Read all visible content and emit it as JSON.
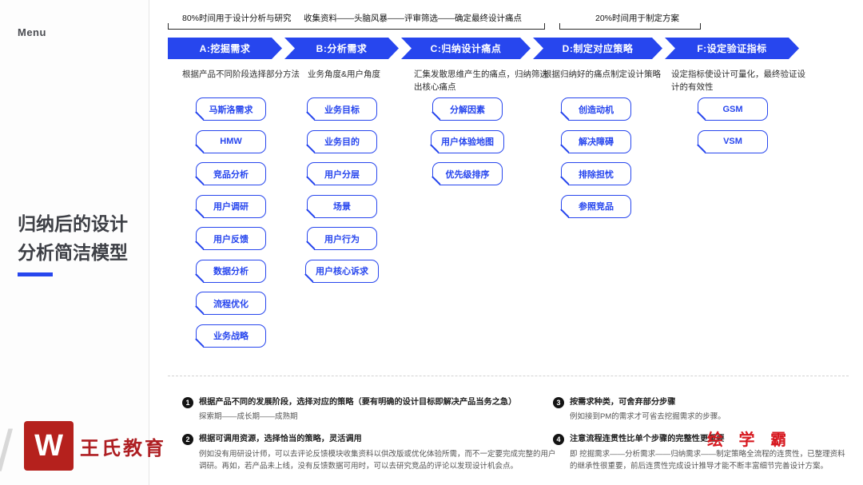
{
  "colors": {
    "accent_blue": "#2746ee",
    "brand_red": "#b5211d",
    "watermark_red": "#d71920"
  },
  "sidebar": {
    "menu_label": "Menu",
    "title_line1": "归纳后的设计",
    "title_line2": "分析简洁模型",
    "slash": "/",
    "logo_monogram": "W",
    "brand_name": "王氏教育"
  },
  "timeline": {
    "left_label": "80%时间用于设计分析与研究",
    "middle_label": "收集资料——头脑风暴——评审筛选——确定最终设计痛点",
    "right_label": "20%时间用于制定方案"
  },
  "stages": [
    {
      "label": "A:挖掘需求",
      "desc": "根据产品不同阶段选择部分方法",
      "items": [
        "马斯洛需求",
        "HMW",
        "竞品分析",
        "用户调研",
        "用户反馈",
        "数据分析",
        "流程优化",
        "业务战略"
      ]
    },
    {
      "label": "B:分析需求",
      "desc": "业务角度&用户角度",
      "items": [
        "业务目标",
        "业务目的",
        "用户分层",
        "场景",
        "用户行为",
        "用户核心诉求"
      ]
    },
    {
      "label": "C:归纳设计痛点",
      "desc": "汇集发散思维产生的痛点，归纳筛选出核心痛点",
      "items": [
        "分解因素",
        "用户体验地图",
        "优先级排序"
      ]
    },
    {
      "label": "D:制定对应策略",
      "desc": "根据归纳好的痛点制定设计策略",
      "items": [
        "创造动机",
        "解决障碍",
        "排除担忧",
        "参照竞品"
      ]
    },
    {
      "label": "F:设定验证指标",
      "desc": "设定指标使设计可量化，最终验证设计的有效性",
      "items": [
        "GSM",
        "VSM"
      ]
    }
  ],
  "notes": [
    {
      "num": "1",
      "title": "根据产品不同的发展阶段，选择对应的策略（要有明确的设计目标即解决产品当务之急）",
      "body": "探索期——成长期——成熟期"
    },
    {
      "num": "2",
      "title": "根据可调用资源，选择恰当的策略，灵活调用",
      "body": "例如没有用研设计师，可以去评论反馈模块收集资料以供改版或优化体验所需，而不一定要完成完整的用户调研。再如，若产品未上线，没有反馈数据可用时，可以去研究竞品的评论以发现设计机会点。"
    },
    {
      "num": "3",
      "title": "按需求种类，可舍弃部分步骤",
      "body": "例如接到PM的需求才可省去挖掘需求的步骤。"
    },
    {
      "num": "4",
      "title": "注意流程连贯性比单个步骤的完整性更重要",
      "body": "即 挖掘需求——分析需求——归纳需求——制定策略全流程的连贯性，已整理资料的继承性很重要，前后连贯性完成设计推导才能不断丰富细节完善设计方案。"
    }
  ],
  "watermark": {
    "text": "绘 学 霸"
  }
}
